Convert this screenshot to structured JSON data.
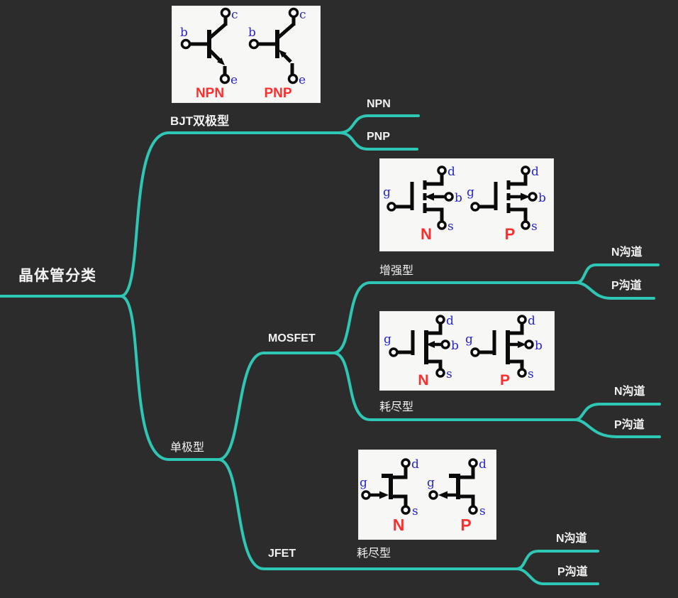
{
  "app": {
    "type": "mind-map",
    "topic": "transistor-classification"
  },
  "colors": {
    "background": "#2c2c2c",
    "branch_line": "#2ec7b5",
    "label_text": "#f2f2f2",
    "symbol_black": "#0a0a0a",
    "symbol_blue": "#2727d4",
    "symbol_red": "#fd2e2e",
    "image_background": "#f7f7f5"
  },
  "root": {
    "label": "晶体管分类"
  },
  "nodes": {
    "bjt": {
      "label": "BJT双极型"
    },
    "npn": {
      "label": "NPN"
    },
    "pnp": {
      "label": "PNP"
    },
    "unipolar": {
      "label": "单极型"
    },
    "mosfet": {
      "label": "MOSFET"
    },
    "enhancement": {
      "label": "增强型"
    },
    "enh_n": {
      "label": "N沟道"
    },
    "enh_p": {
      "label": "P沟道"
    },
    "depletion": {
      "label": "耗尽型"
    },
    "dep_n": {
      "label": "N沟道"
    },
    "dep_p": {
      "label": "P沟道"
    },
    "jfet": {
      "label": "JFET"
    },
    "jfet_depletion": {
      "label": "耗尽型"
    },
    "jfet_n": {
      "label": "N沟道"
    },
    "jfet_p": {
      "label": "P沟道"
    }
  },
  "symbols": {
    "bjt": {
      "b": "b",
      "c": "c",
      "e": "e",
      "npn": "NPN",
      "pnp": "PNP"
    },
    "mosfet": {
      "g": "g",
      "d": "d",
      "s": "s",
      "b": "b",
      "n": "N",
      "p": "P"
    },
    "jfet": {
      "g": "g",
      "d": "d",
      "s": "s",
      "n": "N",
      "p": "P"
    }
  }
}
